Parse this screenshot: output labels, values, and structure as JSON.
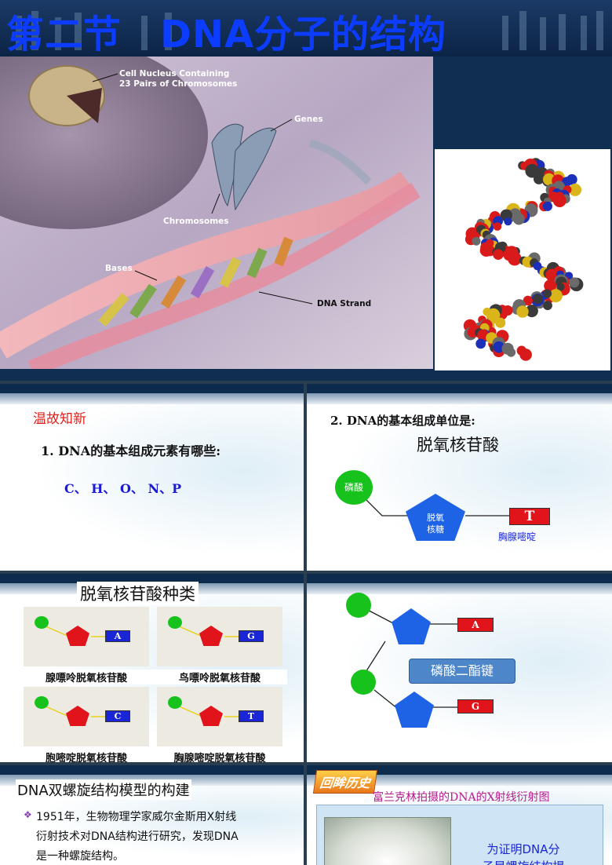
{
  "slide1": {
    "title": "第二节　DNA分子的结构",
    "labels": {
      "nucleus_line1": "Cell Nucleus Containing",
      "nucleus_line2": "23 Pairs of Chromosomes",
      "genes": "Genes",
      "chromosomes": "Chromosomes",
      "bases": "Bases",
      "dna_strand": "DNA Strand"
    }
  },
  "slide2": {
    "heading": "温故知新",
    "question": "1. DNA的基本组成元素有哪些:",
    "answer": "C、 H、 O、 N、P"
  },
  "slide3": {
    "question": "2. DNA的基本组成单位是:",
    "answer": "脱氧核苷酸",
    "phosphate": "磷酸",
    "sugar_line1": "脱氧",
    "sugar_line2": "核糖",
    "base_letter": "T",
    "base_caption": "胸腺嘧啶"
  },
  "slide4": {
    "title": "脱氧核苷酸种类",
    "cards": [
      {
        "letter": "A",
        "caption": "腺嘌呤脱氧核苷酸"
      },
      {
        "letter": "G",
        "caption": "鸟嘌呤脱氧核苷酸"
      },
      {
        "letter": "C",
        "caption": "胞嘧啶脱氧核苷酸"
      },
      {
        "letter": "T",
        "caption": "胸腺嘧啶脱氧核苷酸"
      }
    ]
  },
  "slide5": {
    "top_letter": "A",
    "bottom_letter": "G",
    "bond_label": "磷酸二酯键"
  },
  "slide6": {
    "title": "DNA双螺旋结构模型的构建",
    "bullet_line1": "1951年，生物物理学家威尔金斯用X射线",
    "bullet_line2": "衍射技术对DNA结构进行研究，发现DNA",
    "bullet_line3": "是一种螺旋结构。"
  },
  "slide7": {
    "badge": "回眸历史",
    "caption": "富兰克林拍摄的DNA的X射线衍射图",
    "note_line1": "为证明DNA分",
    "note_line2": "子是螺旋结构提"
  },
  "colors": {
    "title_blue": "#0b3cff",
    "heading_red": "#e0201a",
    "element_blue": "#1a1ad6",
    "phosphate_green": "#18c21c",
    "sugar_blue": "#1e62e6",
    "base_red": "#e0141a",
    "base_blue": "#1a26d6"
  }
}
